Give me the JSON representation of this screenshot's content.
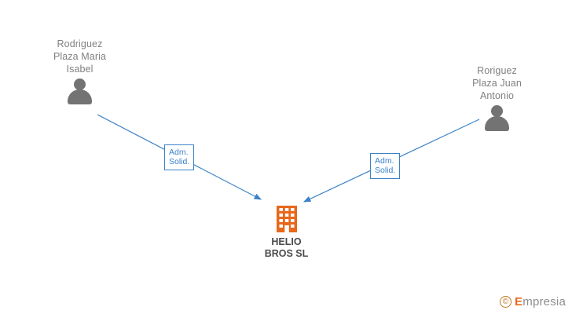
{
  "diagram": {
    "type": "org-relationship-graph",
    "accent_color": "#3c82c8",
    "company_color": "#e8681c",
    "person_color": "#737373",
    "nodes": [
      {
        "id": "person-left",
        "kind": "person",
        "label": "Rodriguez\nPlaza Maria\nIsabel",
        "icon": "person-icon"
      },
      {
        "id": "person-right",
        "kind": "person",
        "label": "Roriguez\nPlaza Juan\nAntonio",
        "icon": "person-icon"
      },
      {
        "id": "company-center",
        "kind": "company",
        "label": "HELIO\nBROS  SL",
        "icon": "building-icon"
      }
    ],
    "edges": [
      {
        "id": "edge-left",
        "from": "person-left",
        "to": "company-center",
        "label": "Adm.\nSolid."
      },
      {
        "id": "edge-right",
        "from": "person-right",
        "to": "company-center",
        "label": "Adm.\nSolid."
      }
    ]
  },
  "watermark": {
    "copyright": "©",
    "brand_first": "E",
    "brand_rest": "mpresia"
  }
}
